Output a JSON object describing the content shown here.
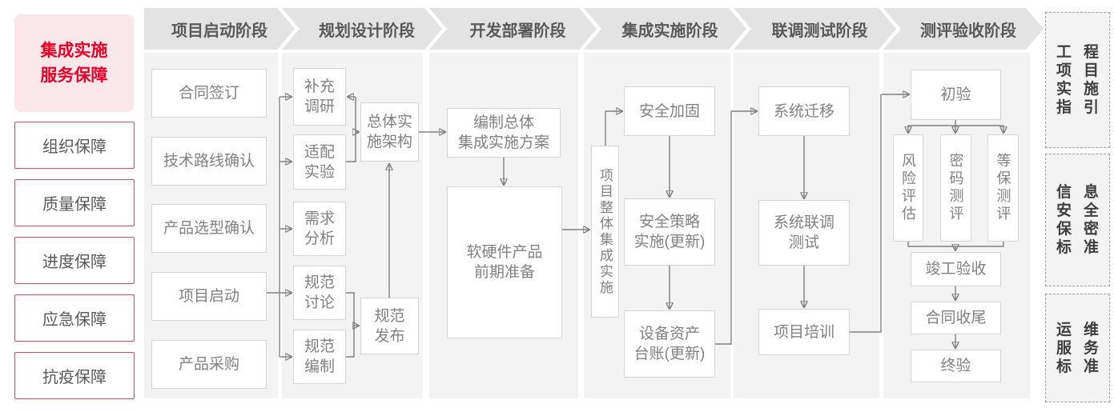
{
  "colors": {
    "accent-red": "#e60027",
    "pink-bg": "#fbe6ea",
    "item-border": "#c9505e",
    "dark-text": "#595959",
    "box-text": "#818181",
    "box-border": "#d6d6d6",
    "header-bg": "#e3e3e3",
    "col-bg": "#f3f3f3",
    "line": "#808080",
    "sidebar-text": "#3f3f3f"
  },
  "left_sidebar": {
    "title": "集成实施\n服务保障",
    "items": [
      "组织保障",
      "质量保障",
      "进度保障",
      "应急保障",
      "抗疫保障"
    ]
  },
  "phases": [
    "项目启动阶段",
    "规划设计阶段",
    "开发部署阶段",
    "集成实施阶段",
    "联调测试阶段",
    "测评验收阶段"
  ],
  "flow": {
    "startup": {
      "boxes": [
        "合同签订",
        "技术路线确认",
        "产品选型确认",
        "项目启动",
        "产品采购"
      ]
    },
    "planning": {
      "boxes": [
        "补充\n调研",
        "适配\n实验",
        "需求\n分析",
        "规范\n讨论",
        "规范\n编制"
      ],
      "architecture": "总体实\n施架构",
      "spec_release": "规范\n发布"
    },
    "development": {
      "plan": "编制总体\n集成实施方案",
      "preparation": "软硬件产品\n前期准备"
    },
    "integration": {
      "main": "项目整体集成实施",
      "hardening": "安全加固",
      "policy": "安全策略\n实施(更新)",
      "ledger": "设备资产\n台账(更新)"
    },
    "testing": {
      "migration": "系统迁移",
      "joint_test": "系统联调\n测试",
      "training": "项目培训"
    },
    "acceptance": {
      "initial": "初验",
      "risk": "风险评估",
      "crypto": "密码测评",
      "classified": "等保测评",
      "completion": "竣工验收",
      "closure": "合同收尾",
      "final": "终验"
    }
  },
  "right_sidebar": {
    "boxes": [
      {
        "lines": [
          "工程",
          "项目",
          "实施",
          "指引"
        ]
      },
      {
        "lines": [
          "信息",
          "安全",
          "保密",
          "标准"
        ]
      },
      {
        "lines": [
          "运维",
          "服务",
          "标准"
        ]
      }
    ]
  }
}
